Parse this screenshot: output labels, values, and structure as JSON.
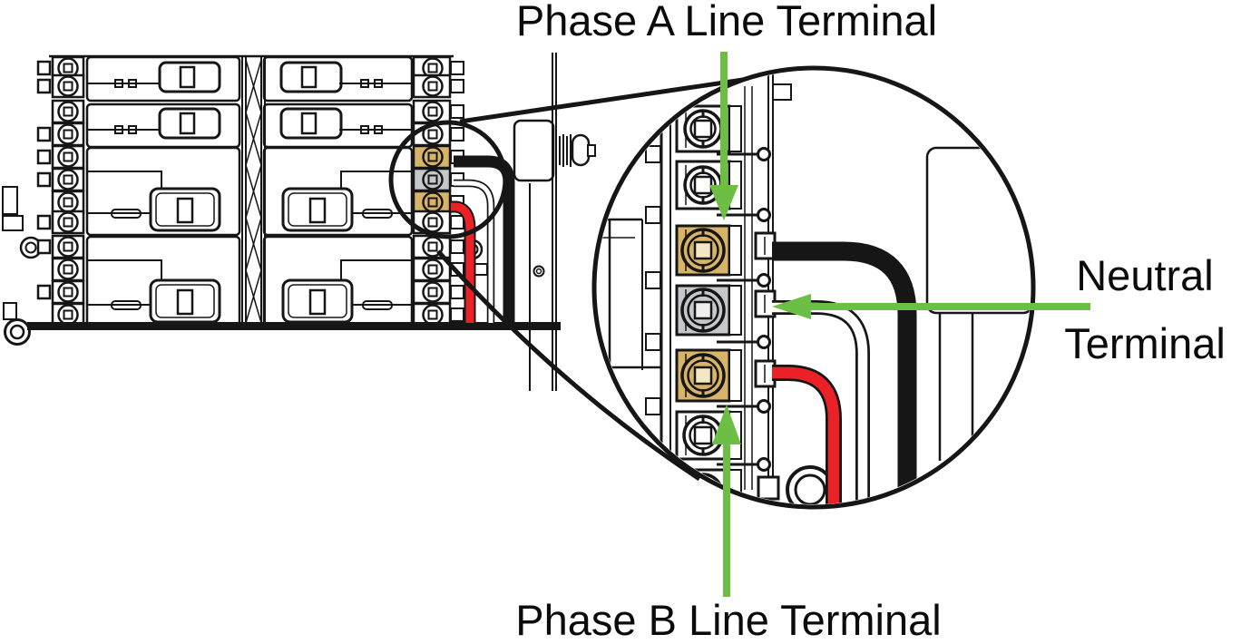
{
  "labels": {
    "phase_a": "Phase A Line Terminal",
    "neutral_line1": "Neutral",
    "neutral_line2": "Terminal",
    "phase_b": "Phase B Line Terminal"
  },
  "terminals": [
    {
      "id": "phase-a",
      "label": "Phase A Line Terminal",
      "terminal_color": "gold",
      "wire": "black"
    },
    {
      "id": "neutral",
      "label": "Neutral Terminal",
      "terminal_color": "gray",
      "wire": "white"
    },
    {
      "id": "phase-b",
      "label": "Phase B Line Terminal",
      "terminal_color": "gold",
      "wire": "red"
    }
  ],
  "colors": {
    "arrow_green": "#6CBE45",
    "terminal_gold": "#D8B468",
    "terminal_gray": "#C5C7C9",
    "wire_red": "#EC2027",
    "ink": "#161616"
  }
}
